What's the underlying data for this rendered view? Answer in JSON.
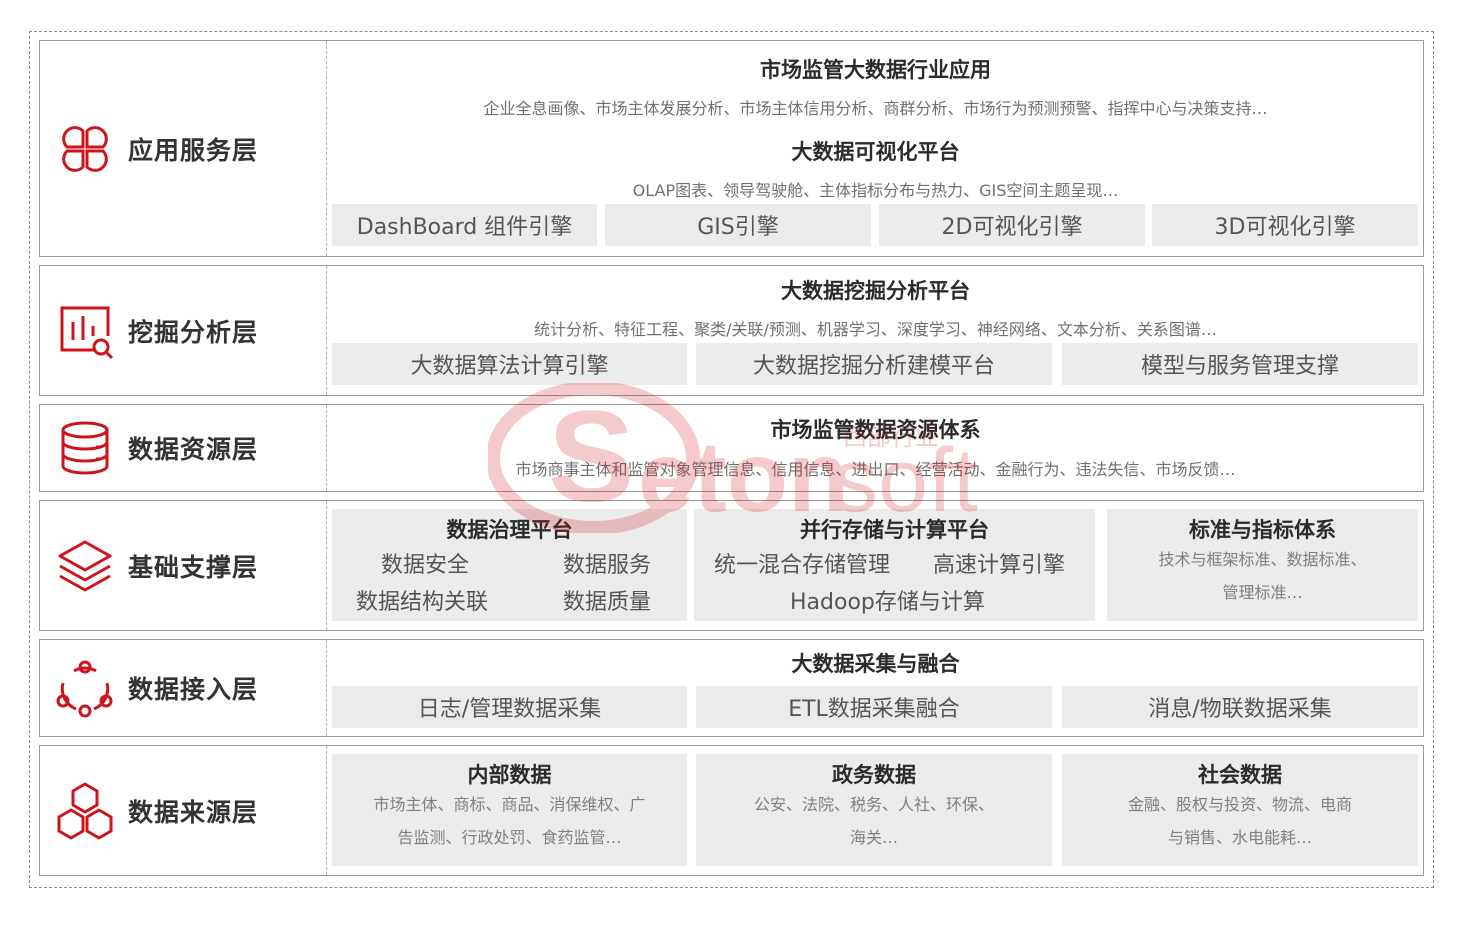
{
  "layers": [
    {
      "title": "应用服务层",
      "icon": "four-petals-icon",
      "heading1": "市场监管大数据行业应用",
      "desc1": "企业全息画像、市场主体发展分析、市场主体信用分析、商群分析、市场行为预测预警、指挥中心与决策支持…",
      "heading2": "大数据可视化平台",
      "desc2": "OLAP图表、领导驾驶舱、主体指标分布与热力、GIS空间主题呈现…",
      "boxes": [
        "DashBoard 组件引擎",
        "GIS引擎",
        "2D可视化引擎",
        "3D可视化引擎"
      ]
    },
    {
      "title": "挖掘分析层",
      "icon": "chart-search-icon",
      "heading": "大数据挖掘分析平台",
      "desc": "统计分析、特征工程、聚类/关联/预测、机器学习、深度学习、神经网络、文本分析、关系图谱…",
      "boxes": [
        "大数据算法计算引擎",
        "大数据挖掘分析建模平台",
        "模型与服务管理支撑"
      ]
    },
    {
      "title": "数据资源层",
      "icon": "database-icon",
      "heading": "市场监管数据资源体系",
      "desc": "市场商事主体和监管对象管理信息、信用信息、进出口、经营活动、金融行为、违法失信、市场反馈…"
    },
    {
      "title": "基础支撑层",
      "icon": "layers-icon",
      "panels": [
        {
          "title": "数据治理平台",
          "items": [
            "数据安全",
            "数据服务",
            "数据结构关联",
            "数据质量"
          ]
        },
        {
          "title": "并行存储与计算平台",
          "items": [
            "统一混合存储管理",
            "高速计算引擎",
            "Hadoop存储与计算"
          ]
        },
        {
          "title": "标准与指标体系",
          "desc_lines": [
            "技术与框架标准、数据标准、",
            "管理标准…"
          ]
        }
      ]
    },
    {
      "title": "数据接入层",
      "icon": "network-nodes-icon",
      "heading": "大数据采集与融合",
      "boxes": [
        "日志/管理数据采集",
        "ETL数据采集融合",
        "消息/物联数据采集"
      ]
    },
    {
      "title": "数据来源层",
      "icon": "hexagons-icon",
      "panels": [
        {
          "title": "内部数据",
          "desc_lines": [
            "市场主体、商标、商品、消保维权、广",
            "告监测、行政处罚、食药监管…"
          ]
        },
        {
          "title": "政务数据",
          "desc_lines": [
            "公安、法院、税务、人社、环保、",
            "海关…"
          ]
        },
        {
          "title": "社会数据",
          "desc_lines": [
            "金融、股权与投资、物流、电商",
            "与销售、水电能耗…"
          ]
        }
      ]
    }
  ],
  "watermark": {
    "brand": "Setonsoft",
    "sub": "西部行业"
  },
  "colors": {
    "accent": "#d0121b",
    "box_bg": "#ebebeb"
  }
}
